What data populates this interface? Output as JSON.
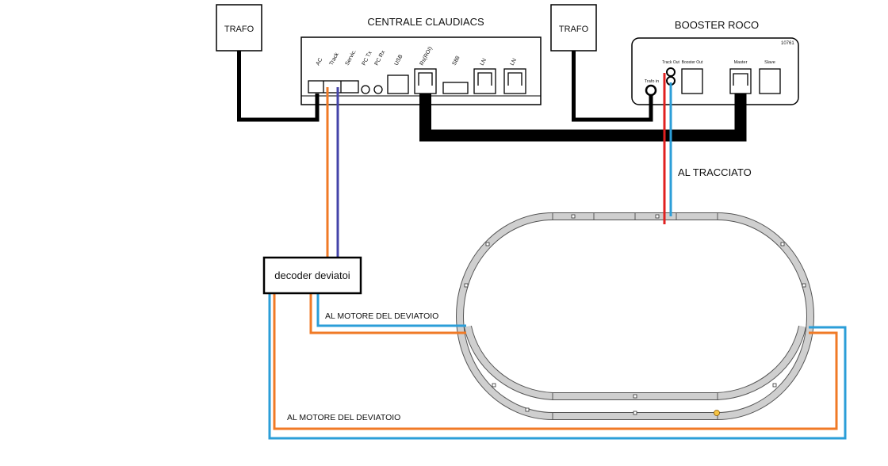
{
  "trafo_left": {
    "label": "TRAFO"
  },
  "trafo_right": {
    "label": "TRAFO"
  },
  "central": {
    "title": "CENTRALE CLAUDIACS",
    "ports": [
      "AC",
      "Track",
      "Servic.",
      "PC Tx",
      "PC Rx",
      "USB",
      "Rs(ROI)",
      "S88",
      "LN",
      "LN"
    ]
  },
  "booster": {
    "title": "BOOSTER ROCO",
    "code": "10761",
    "trafo_in": "Trafo in",
    "track_out": "Track Out",
    "booster_out": "Booster Out",
    "master": "Master",
    "slave": "Slave"
  },
  "decoder": {
    "label": "decoder deviatoi"
  },
  "labels": {
    "al_tracciato": "AL TRACCIATO",
    "motore_1": "AL MOTORE DEL DEVIATOIO",
    "motore_2": "AL MOTORE DEL DEVIATOIO"
  },
  "colors": {
    "black": "#000000",
    "orange": "#f07a26",
    "blue": "#2b9ed8",
    "violet": "#4444aa",
    "red": "#e02020",
    "track_fill": "#cfcfcf",
    "track_edge": "#555555"
  }
}
